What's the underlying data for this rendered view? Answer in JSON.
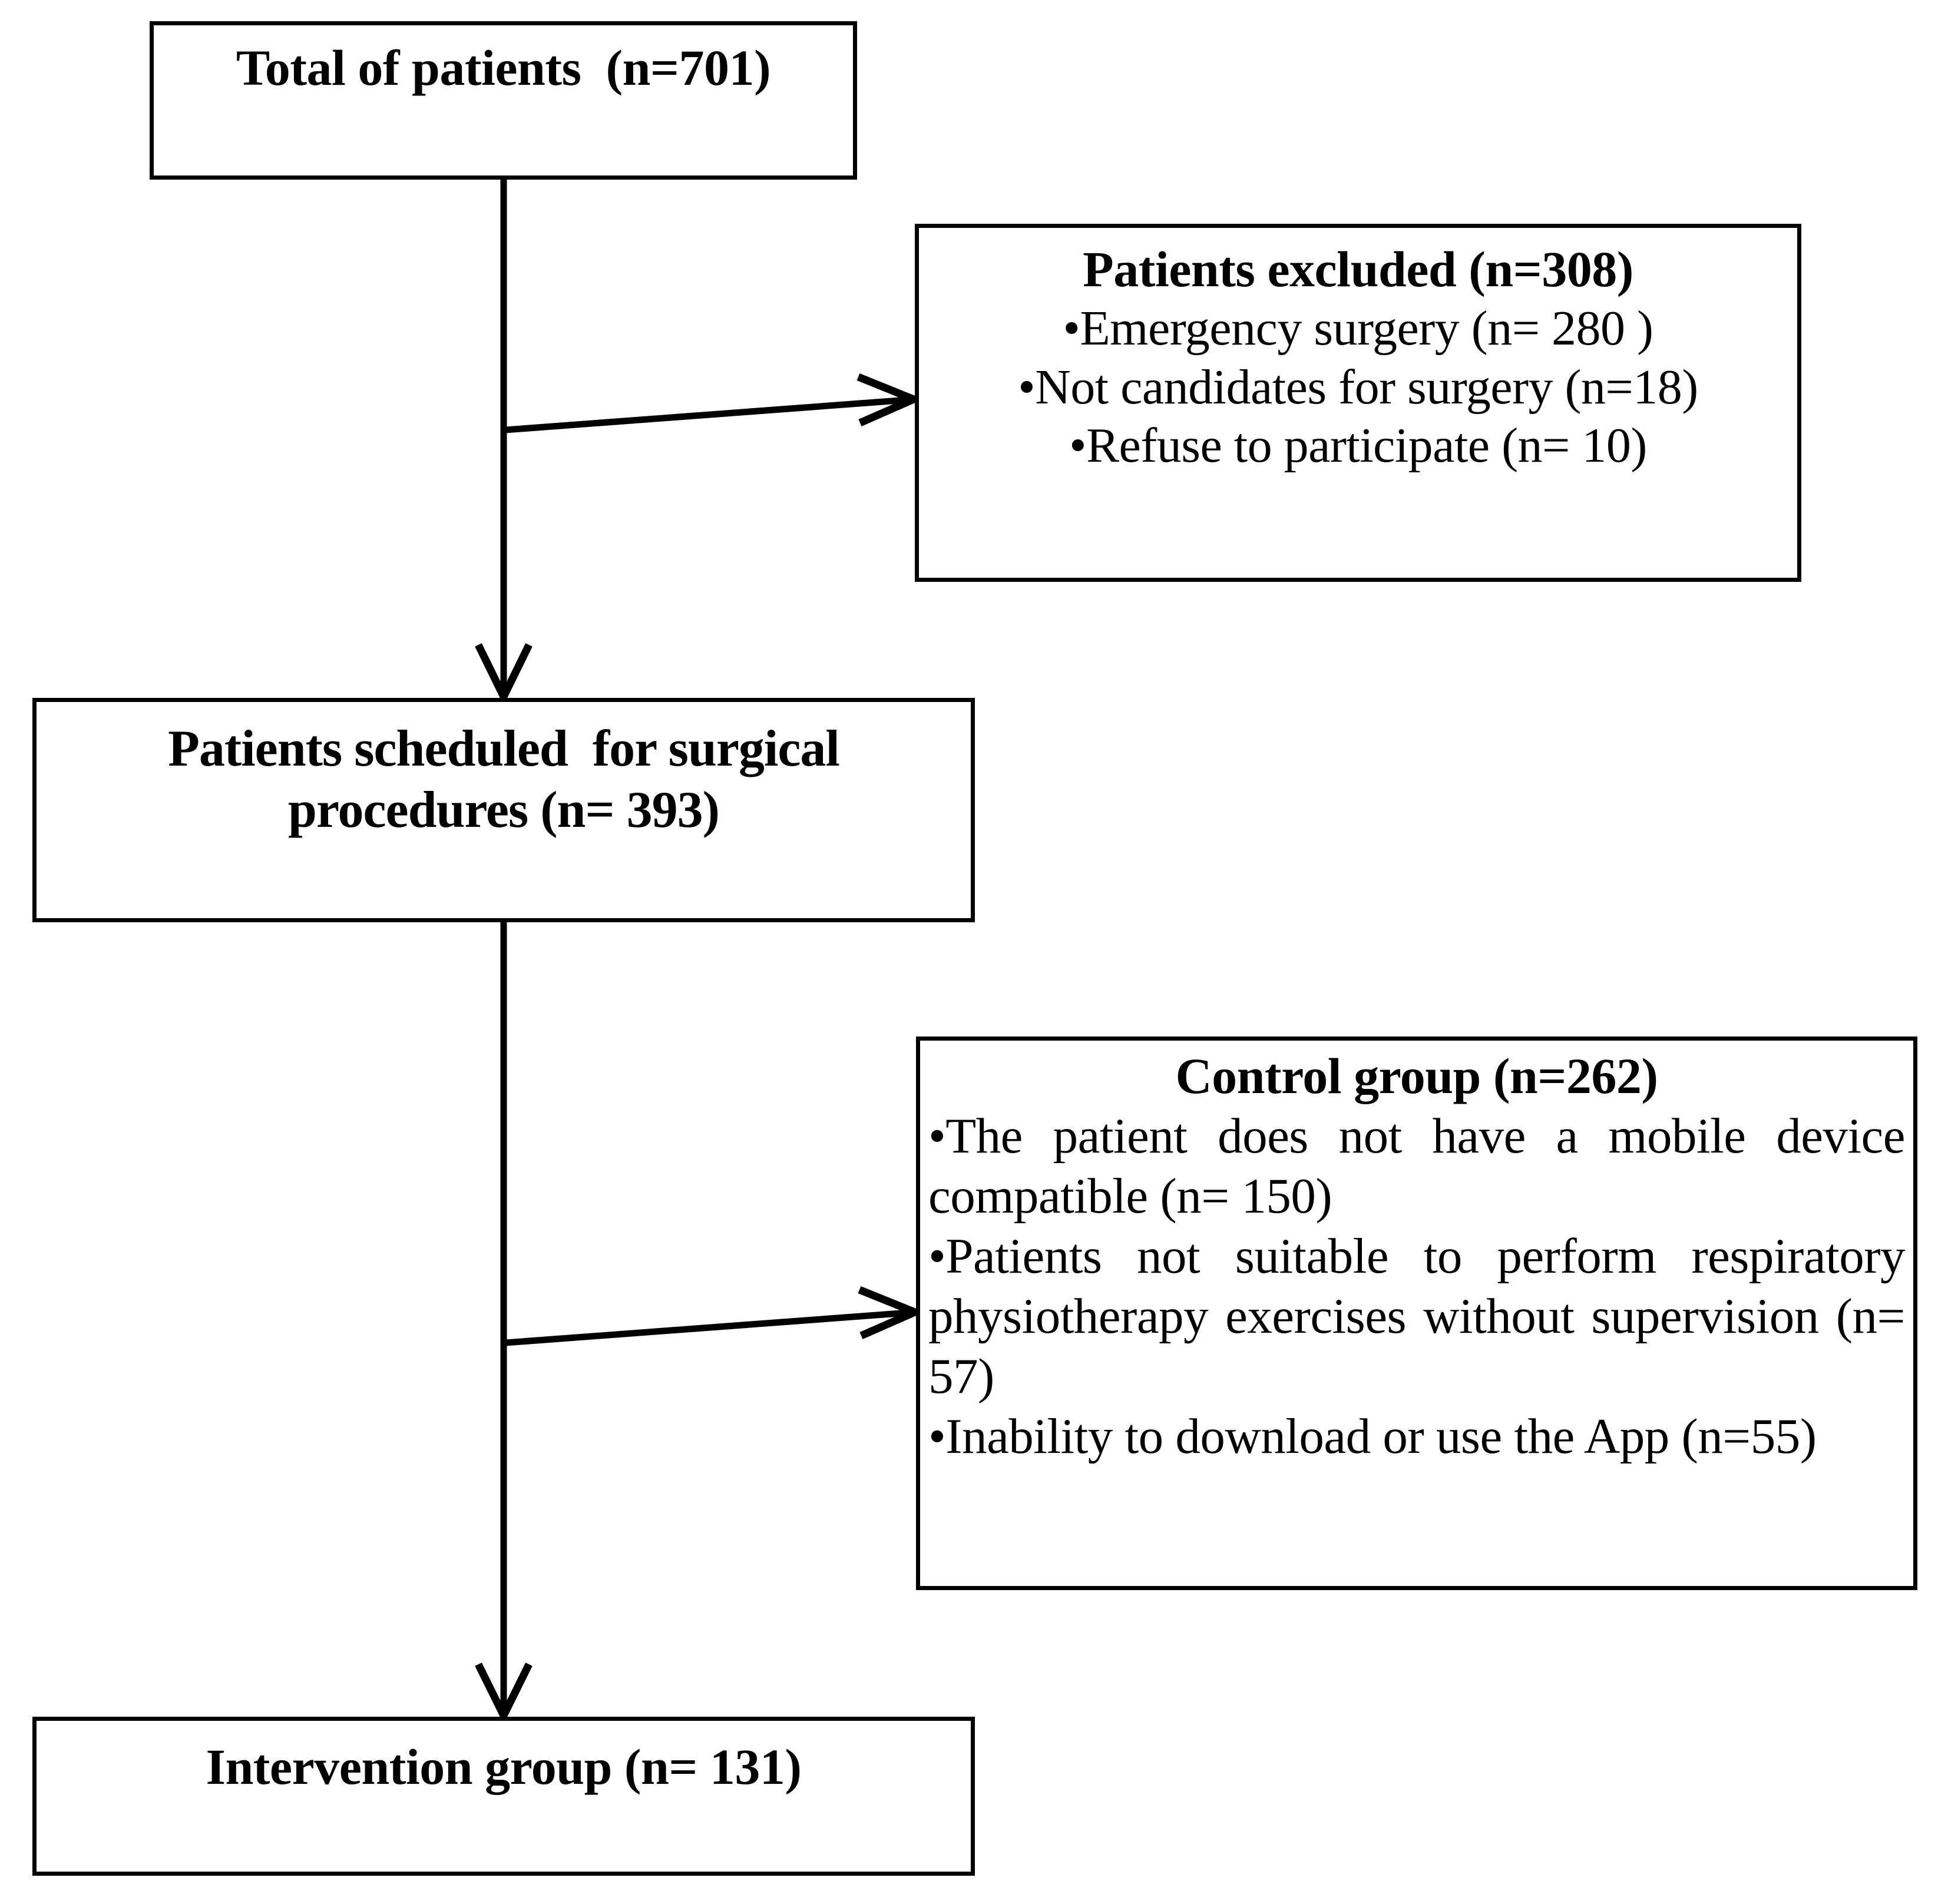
{
  "figure": {
    "type": "flowchart",
    "kind": "participant-flow-diagram",
    "orientation": "top-to-bottom",
    "background_color": "#ffffff",
    "line_color": "#000000"
  },
  "nodes": {
    "total": {
      "title": "Total of patients  (n=701)"
    },
    "excluded": {
      "title": "Patients excluded (n=308)",
      "bullets": [
        "•Emergency surgery (n= 280 )",
        "•Not candidates for surgery (n=18)",
        "•Refuse to participate (n= 10)"
      ]
    },
    "scheduled": {
      "title": "Patients scheduled  for surgical procedures (n= 393)"
    },
    "control": {
      "title": "Control group (n=262)",
      "bullets": [
        "•The patient does not have a mobile device compatible (n= 150)",
        "•Patients not suitable to perform respiratory physiotherapy exercises without supervision (n= 57)",
        "•Inability to download or use the App (n=55)"
      ]
    },
    "intervention": {
      "title": "Intervention group (n= 131)"
    }
  },
  "counts": {
    "total_patients": 701,
    "excluded_total": 308,
    "excluded_emergency_surgery": 280,
    "excluded_not_candidates": 18,
    "excluded_refused": 10,
    "scheduled_for_surgery": 393,
    "control_group": 262,
    "control_no_compatible_device": 150,
    "control_not_suitable_unsupervised": 57,
    "control_cannot_use_app": 55,
    "intervention_group": 131
  },
  "edges": [
    {
      "from": "total",
      "to": "scheduled",
      "style": "vertical-arrow"
    },
    {
      "from": "total-stem",
      "to": "excluded",
      "style": "diagonal-arrow-right"
    },
    {
      "from": "scheduled",
      "to": "intervention",
      "style": "vertical-arrow"
    },
    {
      "from": "scheduled-stem",
      "to": "control",
      "style": "diagonal-arrow-right"
    }
  ]
}
